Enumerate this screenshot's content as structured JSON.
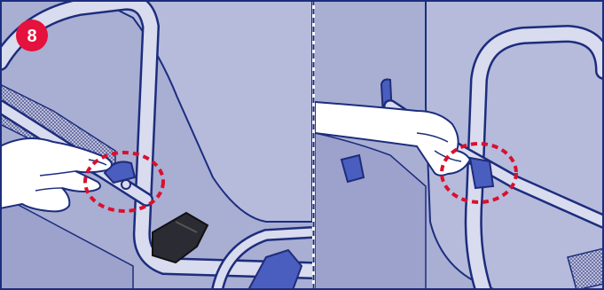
{
  "step": {
    "number": "8"
  },
  "colors": {
    "frame_blue": "#1c2d7d",
    "fabric": "#a9aed3",
    "fabric_dark": "#8e94c2",
    "tube": "#d9dbee",
    "clip": "#4a5ec0",
    "clip_dark": "#1f2c78",
    "buckle": "#2b2b33",
    "badge": "#e4123c",
    "highlight": "#d9102e",
    "skin": "#ffffff"
  },
  "panels": [
    {
      "name": "left-panel",
      "icon": "hand-pressing-release-latch-icon"
    },
    {
      "name": "right-panel",
      "icon": "hand-pulling-tube-clip-icon"
    }
  ]
}
